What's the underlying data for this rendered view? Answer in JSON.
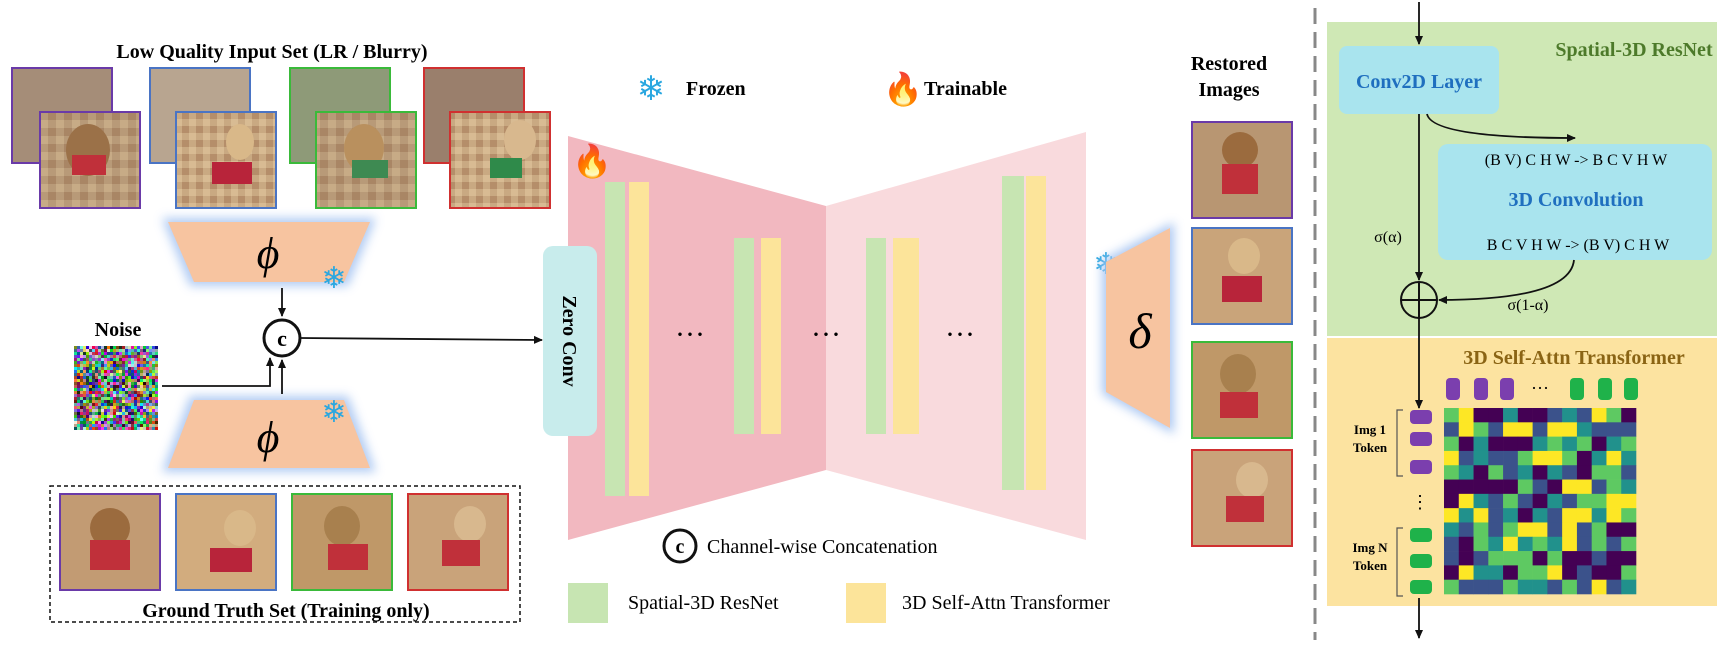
{
  "lq_set": {
    "title": "Low Quality Input Set (LR / Blurry)"
  },
  "gt_set": {
    "title": "Ground Truth Set (Training only)"
  },
  "noise": {
    "label": "Noise"
  },
  "encoder": {
    "symbol": "ϕ"
  },
  "decoder": {
    "symbol": "δ"
  },
  "concat": {
    "symbol": "c"
  },
  "unet": {
    "zero_conv_label": "Zero Conv",
    "ellipsis": "···"
  },
  "legend": {
    "frozen": "Frozen",
    "trainable": "Trainable",
    "concat_desc": "Channel-wise Concatenation",
    "resnet": "Spatial-3D ResNet",
    "transformer": "3D Self-Attn Transformer"
  },
  "restored": {
    "title_line1": "Restored",
    "title_line2": "Images"
  },
  "resnet_panel": {
    "title": "Spatial-3D ResNet",
    "conv2d": "Conv2D Layer",
    "reshape_in": "(B V) C H W  ->  B C V H W",
    "conv3d": "3D Convolution",
    "reshape_out": "B C V H W  ->  (B V) C H W",
    "sigma_a": "σ(α)",
    "sigma_1a": "σ(1-α)"
  },
  "attn_panel": {
    "title": "3D Self-Attn Transformer",
    "img1_line1": "Img 1",
    "img1_line2": "Token",
    "imgN_line1": "Img N",
    "imgN_line2": "Token",
    "vdots": "⋮",
    "hdots": "···"
  },
  "colors": {
    "viewer1": "#6a3aa8",
    "viewer2": "#4a74c4",
    "viewer3": "#3aba3a",
    "viewer4": "#d03030",
    "resnet_block": "#c7e5b2",
    "transformer_block": "#fce49a",
    "encoder_fill": "#f7c4a0",
    "encoder_glow": "#a9c6f2",
    "left_unet": "#f2b8c0",
    "right_unet": "#f9dadd",
    "zero_conv": "#c8ecec",
    "panel_green": "#cfe8b5",
    "panel_yellow": "#fce3a0",
    "panel_box": "#a9e4ee",
    "panel_text_blue": "#1f6fbf",
    "panel_title_green": "#4d7a2a",
    "panel_title_brown": "#8a6414",
    "token_purple": "#7b3fae",
    "token_green": "#1fb24a"
  }
}
